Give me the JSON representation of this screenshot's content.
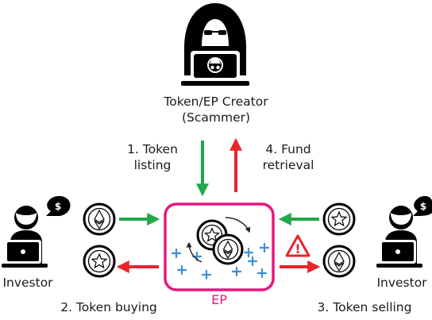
{
  "creator": {
    "label_line1": "Token/EP Creator",
    "label_line2": "(Scammer)",
    "icon": "hacker-icon"
  },
  "steps": {
    "listing_line1": "1. Token",
    "listing_line2": "listing",
    "retrieval_line1": "4. Fund",
    "retrieval_line2": "retrieval",
    "buying": "2. Token buying",
    "selling": "3. Token selling"
  },
  "investor_left": {
    "label": "Investor",
    "icon": "investor-laptop-icon"
  },
  "investor_right": {
    "label": "Investor",
    "icon": "investor-laptop-icon"
  },
  "pool": {
    "label": "EP"
  },
  "badges": {
    "dollar": "$",
    "warning": "!"
  },
  "colors": {
    "green": "#21a84a",
    "red": "#e8252b",
    "pink": "#e6187f",
    "blue_plus": "#3d8fd4",
    "black": "#000000"
  }
}
